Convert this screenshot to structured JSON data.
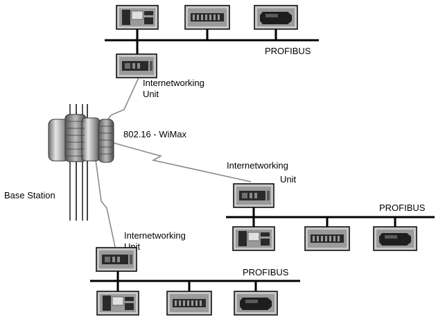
{
  "labels": {
    "bus_top": "PROFIBUS",
    "bus_right": "PROFIBUS",
    "bus_bottom": "PROFIBUS",
    "iwu_top_line1": "Internetworking",
    "iwu_top_line2": "Unit",
    "iwu_right_line1": "Internetworking",
    "iwu_right_line2": "Unit",
    "iwu_bottom_line1": "Internetworking",
    "iwu_bottom_line2": "Unit",
    "wimax": "802.16 - WiMax",
    "base_station": "Base Station"
  },
  "colors": {
    "wireless_link": "#8a8a8a",
    "bus": "#000000",
    "device_frame": "#c8c8c8"
  },
  "icons": {
    "plc": "plc-module-icon",
    "io": "io-rack-icon",
    "drive": "drive-unit-icon",
    "gateway": "gateway-module-icon",
    "tower": "base-station-tower-icon"
  }
}
